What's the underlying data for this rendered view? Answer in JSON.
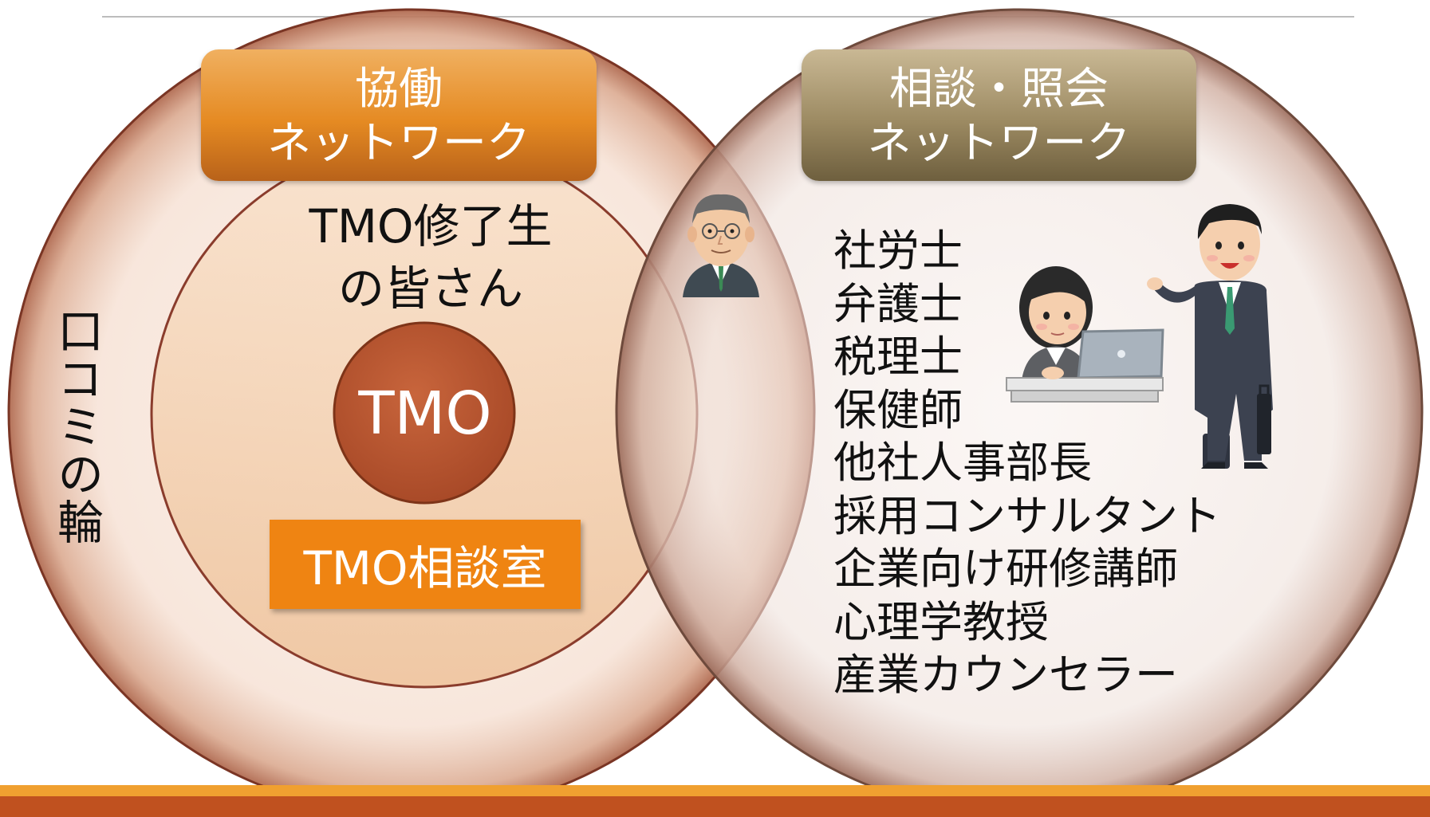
{
  "colors": {
    "collab_box": "#e58a22",
    "consult_box": "#9c8a62",
    "tmo_core": "#bb5732",
    "room_box": "#ef8412",
    "circle_outline": "#8a3c2c",
    "footer": "#c0511f",
    "footer_accent": "#f0a030"
  },
  "collab_network": {
    "line1": "協働",
    "line2": "ネットワーク"
  },
  "consult_network": {
    "line1": "相談・照会",
    "line2": "ネットワーク"
  },
  "graduates": {
    "line1": "TMO修了生",
    "line2": "の皆さん"
  },
  "core": {
    "label": "TMO"
  },
  "consult_room": {
    "label": "TMO相談室"
  },
  "word_of_mouth": {
    "label": "口コミの輪"
  },
  "experts": [
    "社労士",
    "弁護士",
    "税理士",
    "保健師",
    "他社人事部長",
    "採用コンサルタント",
    "企業向け研修講師",
    "心理学教授",
    "産業カウンセラー"
  ],
  "icons": [
    "elderly-man-icon",
    "office-worker-at-laptop-icon",
    "businessman-presenting-icon"
  ]
}
